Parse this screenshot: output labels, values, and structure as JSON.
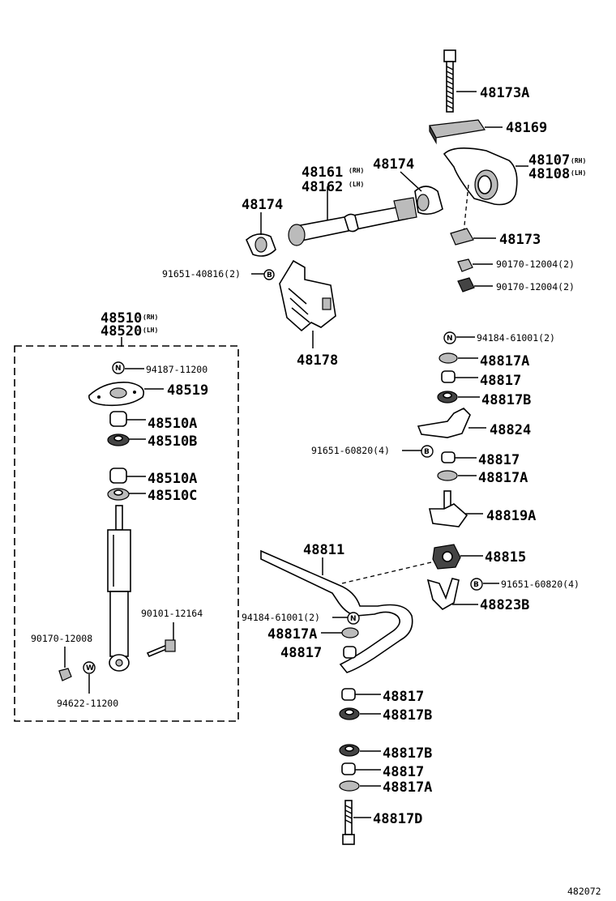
{
  "labels": {
    "p48173A": "48173A",
    "p48169": "48169",
    "p48107": "48107",
    "p48107_side": "(RH)",
    "p48108": "48108",
    "p48108_side": "(LH)",
    "p48174_upper": "48174",
    "p48161": "48161",
    "p48161_side": "(RH)",
    "p48162": "48162",
    "p48162_side": "(LH)",
    "p48174_left": "48174",
    "p48173": "48173",
    "p91651_40816": "91651-40816(2)",
    "p90170_12004_a": "90170-12004(2)",
    "p90170_12004_b": "90170-12004(2)",
    "p48178": "48178",
    "p94184_61001_top": "94184-61001(2)",
    "p48817A_top": "48817A",
    "p48817_top": "48817",
    "p48817B_top": "48817B",
    "p48824": "48824",
    "p91651_60820_left": "91651-60820(4)",
    "p48817_mid": "48817",
    "p48817A_mid": "48817A",
    "p48819A": "48819A",
    "p48811": "48811",
    "p48815": "48815",
    "p91651_60820_right": "91651-60820(4)",
    "p48823B": "48823B",
    "p94184_61001_low": "94184-61001(2)",
    "p48817A_low": "48817A",
    "p48817_low": "48817",
    "p48817_b1": "48817",
    "p48817B_b1": "48817B",
    "p48817B_b2": "48817B",
    "p48817_b2": "48817",
    "p48817A_b2": "48817A",
    "p48817D": "48817D",
    "p48510": "48510",
    "p48510_side": "(RH)",
    "p48520": "48520",
    "p48520_side": "(LH)",
    "p94187_11200": "94187-11200",
    "p48519": "48519",
    "p48510A_a": "48510A",
    "p48510B": "48510B",
    "p48510A_b": "48510A",
    "p48510C": "48510C",
    "p90101_12164": "90101-12164",
    "p90170_12008": "90170-12008",
    "p94622_11200": "94622-11200",
    "diagram_number": "482072"
  },
  "symbols": {
    "N": "N",
    "B": "B",
    "W": "W"
  }
}
